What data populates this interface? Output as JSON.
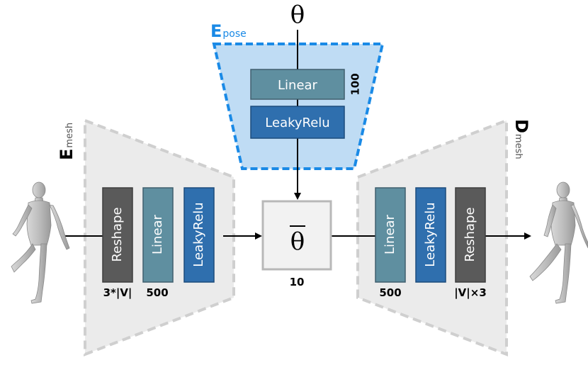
{
  "pose_encoder": {
    "label_main": "E",
    "label_sub": "pose",
    "input_symbol": "θ",
    "layers": [
      {
        "name": "Linear",
        "color": "#5f8fa0"
      },
      {
        "name": "LeakyRelu",
        "color": "#2f6fae"
      }
    ],
    "size_label": "100",
    "fill_color": "#bfdcf4",
    "border_color": "#1a8ae6"
  },
  "mesh_encoder": {
    "label_main": "E",
    "label_sub": "mesh",
    "layers": [
      {
        "name": "Reshape",
        "color": "#5a5a5a"
      },
      {
        "name": "Linear",
        "color": "#5f8fa0"
      },
      {
        "name": "LeakyRelu",
        "color": "#2f6fae"
      }
    ],
    "size_labels": [
      "3*|V|",
      "500"
    ]
  },
  "latent": {
    "symbol": "θ",
    "size_label": "10"
  },
  "mesh_decoder": {
    "label_main": "D",
    "label_sub": "mesh",
    "layers": [
      {
        "name": "Linear",
        "color": "#5f8fa0"
      },
      {
        "name": "LeakyRelu",
        "color": "#2f6fae"
      },
      {
        "name": "Reshape",
        "color": "#5a5a5a"
      }
    ],
    "size_labels": [
      "500",
      "|V|×3"
    ]
  }
}
